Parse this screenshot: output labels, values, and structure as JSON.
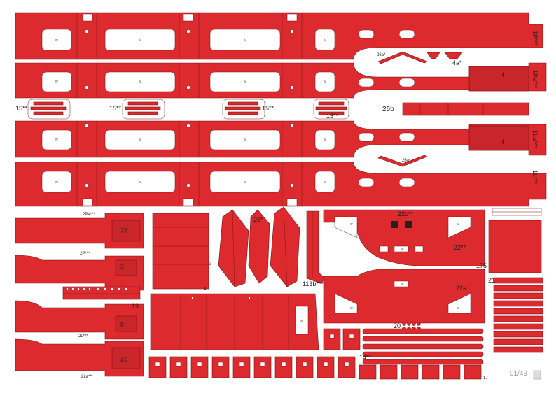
{
  "sheet": {
    "labels": {
      "p1p": "1P***",
      "p1pa": "1Pa***",
      "p1la": "1La***",
      "p1l": "1L***",
      "p15a": "15**",
      "p15b": "15**",
      "p15c": "15**",
      "p15d": "15**",
      "p26a_top": "26a*",
      "p4a": "4a*",
      "p4_top": "4",
      "p4_mid": "4",
      "p26b": "26b",
      "p26a_mid": "26a*",
      "p2pa": "2Pa***",
      "p77": "77",
      "p2p": "2P***",
      "p3_left": "3",
      "p19": "19",
      "p2l": "2L***",
      "p3_left_flip": "3",
      "p77_flip": "77",
      "p2la": "2La***",
      "p3_mid": "3",
      "p4_bottom": "4",
      "p26star": "26*",
      "p113b": "113b***",
      "p22b": "22b**",
      "p22": "22**",
      "p22a": "22a",
      "p175": "175",
      "p21": "21",
      "p20": "20",
      "p14": "14**",
      "p17": "17",
      "page_no": "01/49"
    },
    "window_mark": "w"
  },
  "colors": {
    "part_fill": "#dd2a2e",
    "part_stroke": "#7a1517",
    "window_fill": "#ffffff",
    "background": "#ffffff"
  }
}
